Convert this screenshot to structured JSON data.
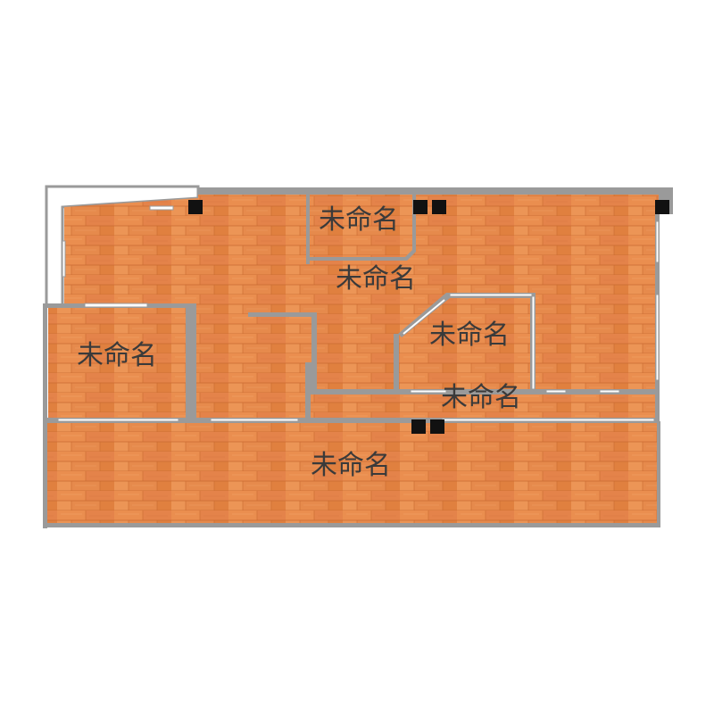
{
  "floor_plan": {
    "rooms": [
      {
        "id": "room-top-small",
        "label": "未命名"
      },
      {
        "id": "room-main-hall",
        "label": "未命名"
      },
      {
        "id": "room-left",
        "label": "未命名"
      },
      {
        "id": "room-center-right",
        "label": "未命名"
      },
      {
        "id": "room-corridor",
        "label": "未命名"
      },
      {
        "id": "room-bottom",
        "label": "未命名"
      }
    ],
    "colors": {
      "floor_base": "#e8894a",
      "floor_dark": "#d9763a",
      "floor_light": "#f0a064",
      "wall": "#9a9a9a",
      "wall_light": "#c8c8c8",
      "column": "#111111",
      "window": "#ffffff",
      "label": "#3a3a3a"
    }
  }
}
